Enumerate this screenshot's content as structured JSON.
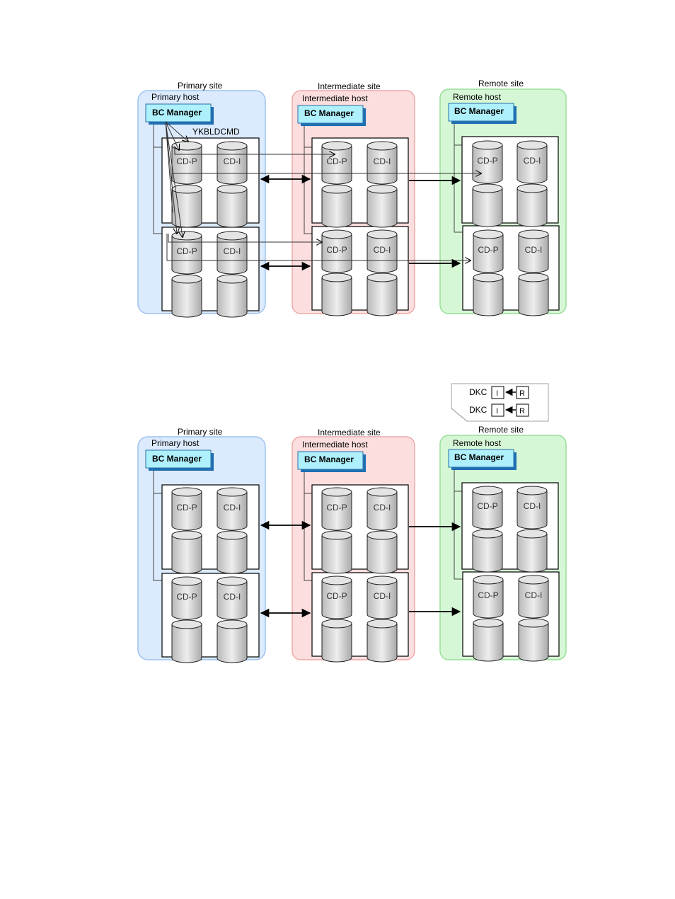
{
  "sites": [
    {
      "label": "Primary site",
      "host": "Primary host",
      "color_fill": "#dbeafc",
      "color_stroke": "#9ec3ef"
    },
    {
      "label": "Intermediate site",
      "host": "Intermediate host",
      "color_fill": "#fcdede",
      "color_stroke": "#efa9a9"
    },
    {
      "label": "Remote site",
      "host": "Remote host",
      "color_fill": "#d6f7d6",
      "color_stroke": "#98df98"
    }
  ],
  "manager_label": "BC Manager",
  "manager_fill": "#aef0fb",
  "manager_shadow": "#1f6fb3",
  "command_label": "YKBLDCMD",
  "volume_labels": {
    "primary": "CD-P",
    "intermediate": "CD-I"
  },
  "legend": {
    "rows": [
      {
        "prefix": "DKC",
        "left": "I",
        "right": "R"
      },
      {
        "prefix": "DKC",
        "left": "I",
        "right": "R"
      }
    ]
  }
}
